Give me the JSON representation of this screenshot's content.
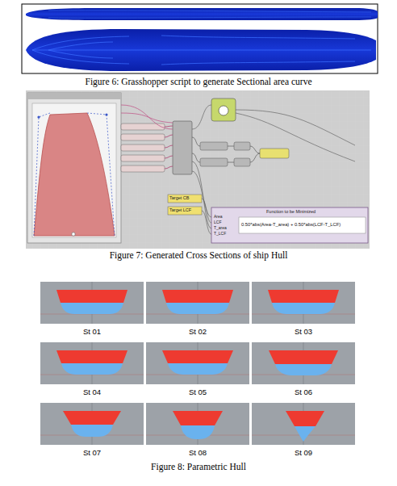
{
  "diagram": {
    "nodes": [
      {
        "text": [
          "St 01"
        ]
      },
      {
        "text": [
          "St 02"
        ]
      },
      {
        "text": [
          "St 03"
        ]
      },
      {
        "text": [
          "St 04"
        ]
      },
      {
        "text": [
          "St 05"
        ]
      },
      {
        "text": [
          "St 06"
        ]
      },
      {
        "text": [
          "St 07"
        ]
      },
      {
        "text": [
          "St 08"
        ]
      },
      {
        "text": [
          "St 09"
        ]
      }
    ],
    "labels": [
      "Figure 6: Grasshopper script to generate Sectional area curve",
      "Figure 7: Generated Cross Sections of ship Hull",
      "Figure 8: Parametric Hull",
      "Function to be Minimized",
      "Area",
      "LCF",
      "T_area",
      "T_LCF",
      "0.50*abs(Area-T_area) + 0.50*abs(LCF-T_LCF)",
      "Target CB",
      "Target LCF"
    ]
  }
}
